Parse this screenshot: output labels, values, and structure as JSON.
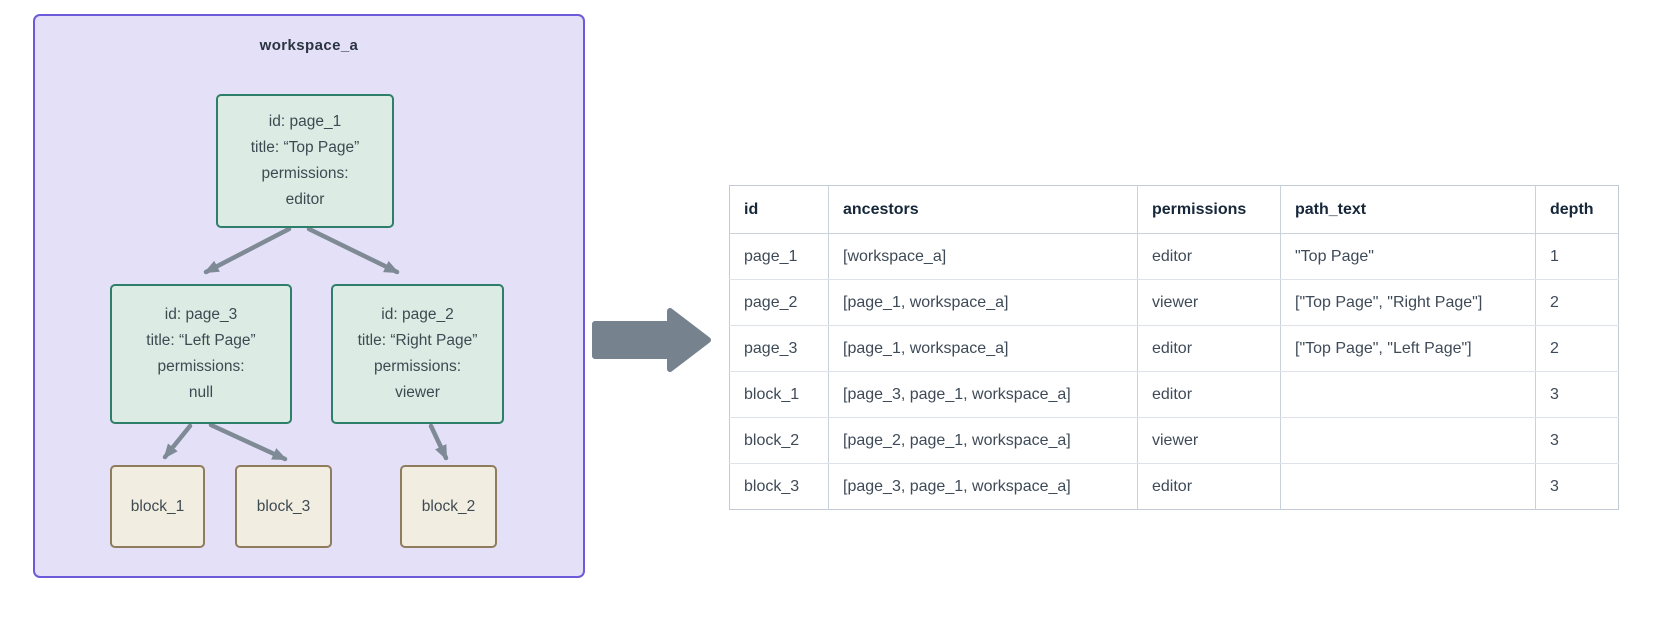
{
  "diagram": {
    "workspace_label": "workspace_a",
    "nodes": {
      "page_1": {
        "lines": [
          "id: page_1",
          "title: “Top Page”",
          "permissions:",
          "editor"
        ]
      },
      "page_3": {
        "lines": [
          "id: page_3",
          "title: “Left Page”",
          "permissions:",
          "null"
        ]
      },
      "page_2": {
        "lines": [
          "id: page_2",
          "title: “Right Page”",
          "permissions:",
          "viewer"
        ]
      },
      "block_1": {
        "label": "block_1"
      },
      "block_3": {
        "label": "block_3"
      },
      "block_2": {
        "label": "block_2"
      }
    },
    "colors": {
      "workspace_fill": "#E4E0F8",
      "workspace_border": "#6C5BD9",
      "page_fill": "#DCEBE3",
      "page_border": "#2E7F6A",
      "block_fill": "#F2EDE1",
      "block_border": "#8F7C5C",
      "edge_arrow": "#7E8A96",
      "flow_arrow": "#76828E"
    }
  },
  "table": {
    "columns": [
      "id",
      "ancestors",
      "permissions",
      "path_text",
      "depth"
    ],
    "rows": [
      [
        "page_1",
        "[workspace_a]",
        "editor",
        "\"Top Page\"",
        "1"
      ],
      [
        "page_2",
        "[page_1, workspace_a]",
        "viewer",
        "[\"Top Page\", \"Right Page\"]",
        "2"
      ],
      [
        "page_3",
        "[page_1, workspace_a]",
        "editor",
        "[\"Top Page\", \"Left Page\"]",
        "2"
      ],
      [
        "block_1",
        "[page_3, page_1, workspace_a]",
        "editor",
        "",
        "3"
      ],
      [
        "block_2",
        "[page_2, page_1, workspace_a]",
        "viewer",
        "",
        "3"
      ],
      [
        "block_3",
        "[page_3, page_1, workspace_a]",
        "editor",
        "",
        "3"
      ]
    ]
  }
}
